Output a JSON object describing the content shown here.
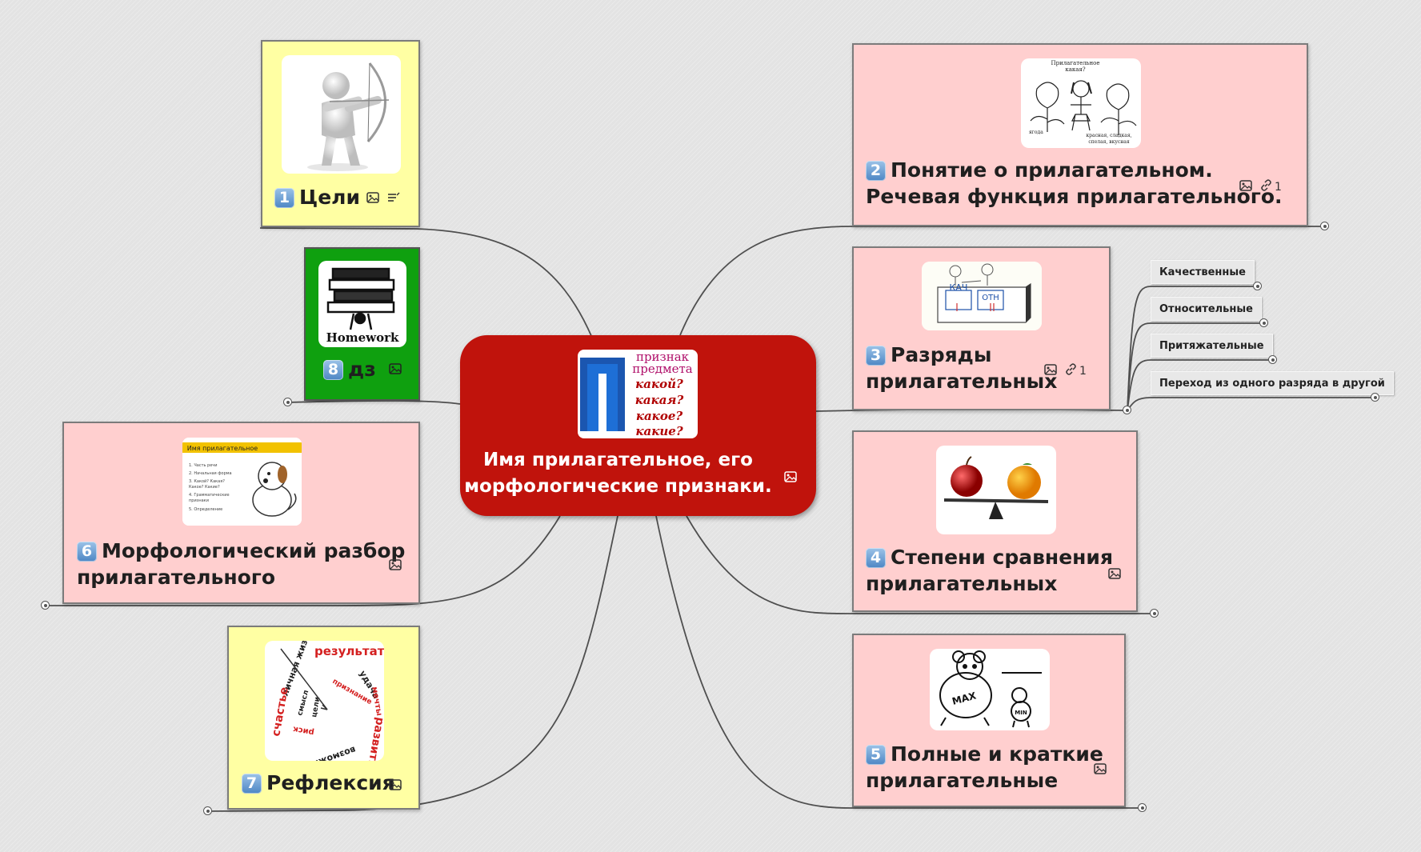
{
  "center": {
    "title_line1": "Имя прилагательное, его",
    "title_line2": "морфологические признаки.",
    "icon": "image-icon"
  },
  "center_image": {
    "letter": "П",
    "line1": "признак",
    "line2": "предмета",
    "q1": "какой?",
    "q2": "какая?",
    "q3": "какое?",
    "q4": "какие?"
  },
  "topics": [
    {
      "key": "goals",
      "number": "1",
      "lines": [
        "Цели"
      ],
      "icons": [
        "image-icon",
        "notes-icon"
      ],
      "image": "archer"
    },
    {
      "key": "homework",
      "number": "8",
      "lines": [
        "дз"
      ],
      "icons": [
        "image-icon"
      ],
      "image": "homework",
      "image_text": "Homework"
    },
    {
      "key": "morph",
      "number": "6",
      "lines": [
        "Морфологический разбор",
        "прилагательного"
      ],
      "icons": [
        "image-icon"
      ],
      "image": "slide",
      "image_text": "Имя прилагательное",
      "slide_lines": [
        "1. Часть речи",
        "2. Начальная форма",
        "3. Какой? Какая?",
        "Какое? Какие?",
        "4. Грамматические",
        "признаки",
        "5. Определение"
      ]
    },
    {
      "key": "reflection",
      "number": "7",
      "lines": [
        "Рефлексия"
      ],
      "icons": [
        "image-icon"
      ],
      "image": "wordspiral",
      "spiral_words": [
        "результат",
        "удача",
        "мечты",
        "развитие",
        "возможности",
        "риск",
        "личная жизнь",
        "счастье",
        "цели",
        "смысл",
        "признание"
      ]
    },
    {
      "key": "concept",
      "number": "2",
      "lines": [
        "Понятие о прилагательном.",
        "Речевая функция прилагательного."
      ],
      "icons": [
        "image-icon",
        "link-icon"
      ],
      "link_count": "1",
      "image": "girl",
      "image_texts": [
        "Прилагательное",
        "какая?",
        "ягода",
        "красная, сладкая,",
        "спелая, вкусная"
      ]
    },
    {
      "key": "categories",
      "number": "3",
      "lines": [
        "Разряды",
        "прилагательных"
      ],
      "icons": [
        "image-icon",
        "link-icon"
      ],
      "link_count": "1",
      "image": "boxes",
      "image_texts": [
        "КАЧ",
        "ОТН"
      ]
    },
    {
      "key": "degrees",
      "number": "4",
      "lines": [
        "Степени сравнения",
        "прилагательных"
      ],
      "icons": [
        "image-icon"
      ],
      "image": "scale"
    },
    {
      "key": "full_short",
      "number": "5",
      "lines": [
        "Полные и краткие",
        "прилагательные"
      ],
      "icons": [
        "image-icon"
      ],
      "image": "mice",
      "image_texts": [
        "MAX",
        "MIN"
      ]
    }
  ],
  "subtopics": [
    "Качественные",
    "Относительные",
    "Притяжательные",
    "Переход из одного разряда в другой"
  ],
  "colors": {
    "center": "#c0130c",
    "yellow": "#ffffa3",
    "pink": "#ffcfcf",
    "green": "#0fa00f",
    "connector": "#4d4d4d"
  }
}
